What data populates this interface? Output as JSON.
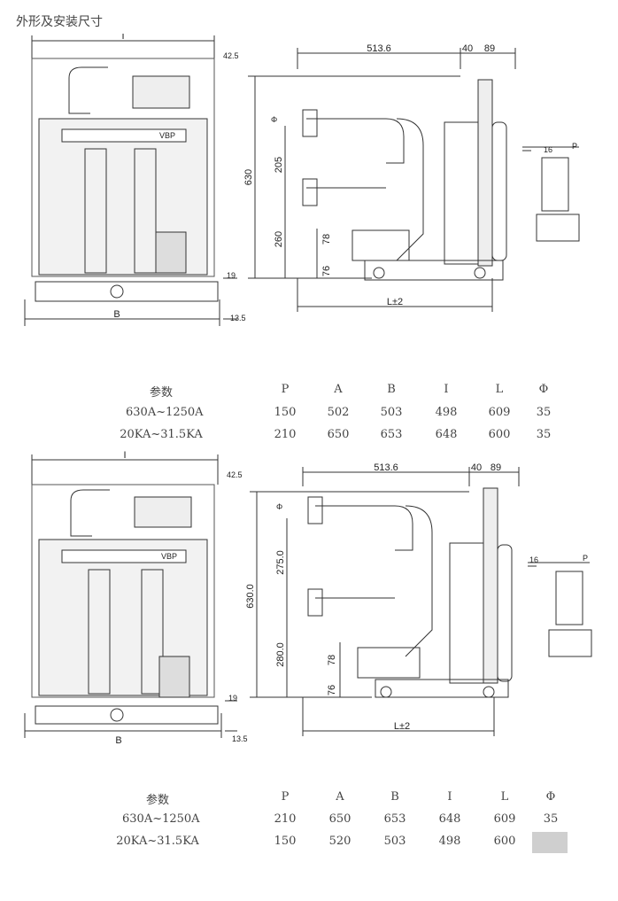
{
  "page_title": "外形及安装尺寸",
  "drawing1": {
    "dims": {
      "I": "I",
      "d42": "42.5",
      "d513": "513.6",
      "d40": "40",
      "d89": "89",
      "d630": "630",
      "d205": "205",
      "d260": "260",
      "d78": "78",
      "d76": "76",
      "d19": "19",
      "d135": "13.5",
      "B": "B",
      "L": "L±2",
      "brand": "VBP",
      "p": "P",
      "d16": "16",
      "phi": "Φ"
    }
  },
  "drawing2": {
    "dims": {
      "I": "I",
      "d42": "42.5",
      "d513": "513.6",
      "d40": "40",
      "d89": "89",
      "d630": "630.0",
      "d275": "275.0",
      "d280": "280.0",
      "d78": "78",
      "d76": "76",
      "d19": "19",
      "d135": "13.5",
      "B": "B",
      "L": "L±2",
      "brand": "VBP",
      "p": "P",
      "d16": "16",
      "phi": "Φ"
    }
  },
  "table1": {
    "headers": [
      "参数",
      "P",
      "A",
      "B",
      "I",
      "L",
      "Φ"
    ],
    "rows": [
      [
        "630A~1250A",
        "150",
        "502",
        "503",
        "498",
        "609",
        "35"
      ],
      [
        "20KA~31.5KA",
        "210",
        "650",
        "653",
        "648",
        "600",
        "35"
      ]
    ]
  },
  "table2": {
    "headers": [
      "参数",
      "P",
      "A",
      "B",
      "I",
      "L",
      "Φ"
    ],
    "rows": [
      [
        "630A~1250A",
        "210",
        "650",
        "653",
        "648",
        "609",
        "35"
      ],
      [
        "20KA~31.5KA",
        "150",
        "520",
        "503",
        "498",
        "600",
        ""
      ]
    ]
  }
}
